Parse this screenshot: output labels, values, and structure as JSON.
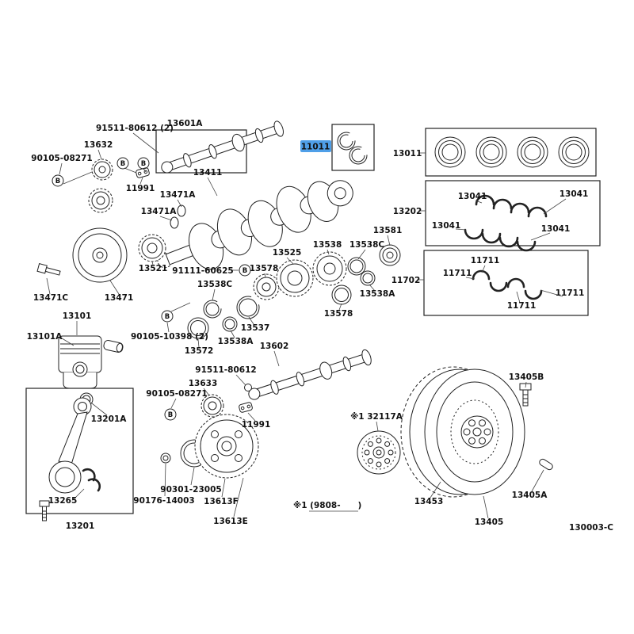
{
  "colors": {
    "highlight_bg": "#4f9fe8",
    "highlight_text": "#0a2f73"
  },
  "labels": {
    "b": "B",
    "p13601A": "13601A",
    "p91511_80612_2": "91511-80612 (2)",
    "p91511_80612": "91511-80612",
    "p13632": "13632",
    "p90105_08271": "90105-08271",
    "p11991": "11991",
    "p13411": "13411",
    "p13471A": "13471A",
    "p11011": "11011",
    "p13011": "13011",
    "p13202": "13202",
    "p13041": "13041",
    "p11702": "11702",
    "p11711": "11711",
    "p13521": "13521",
    "p91111_60625": "91111-60625",
    "p13525": "13525",
    "p13578": "13578",
    "p13538": "13538",
    "p13538C": "13538C",
    "p13581": "13581",
    "p13538A": "13538A",
    "p13537": "13537",
    "p90105_10398_2": "90105-10398 (2)",
    "p13572": "13572",
    "p13602": "13602",
    "p13633": "13633",
    "p13471C": "13471C",
    "p13471": "13471",
    "p13101": "13101",
    "p13101A": "13101A",
    "p13201A": "13201A",
    "p13265": "13265",
    "p13201": "13201",
    "p90301_23005": "90301-23005",
    "p90176_14003": "90176-14003",
    "p13613F": "13613F",
    "p13613E": "13613E",
    "p32117A": "※1 32117A",
    "p13453": "13453",
    "p13405": "13405",
    "p13405B": "13405B",
    "p13405A": "13405A"
  },
  "footer": {
    "note": "※1 (9808-      )",
    "code": "130003-C"
  }
}
